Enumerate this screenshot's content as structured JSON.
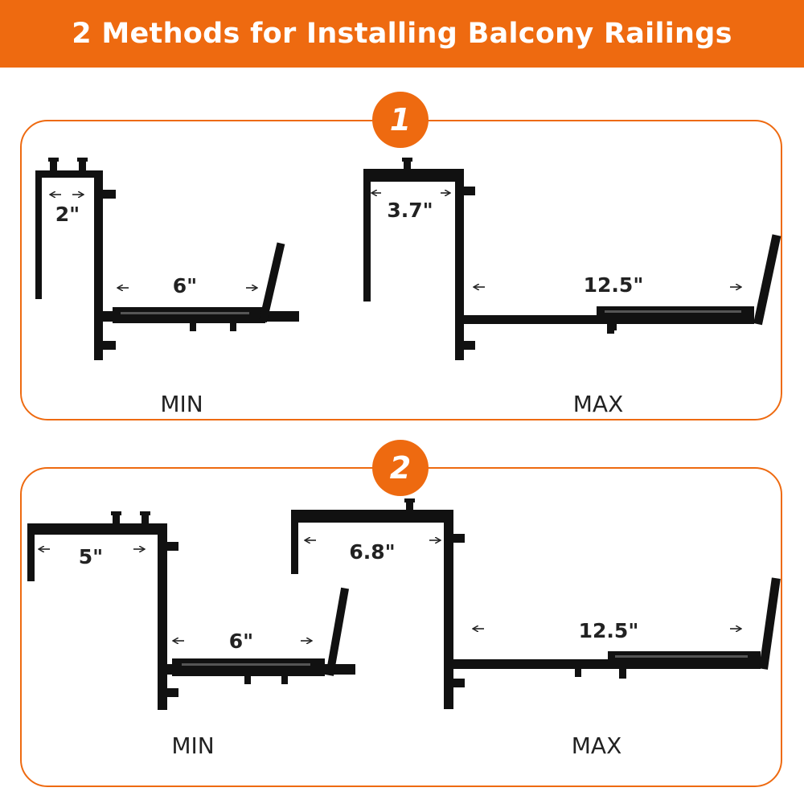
{
  "title": "2 Methods for Installing Balcony Railings",
  "colors": {
    "accent": "#ee6a10",
    "bracket": "#111111",
    "text": "#222222"
  },
  "methods": [
    {
      "number": "1",
      "min": {
        "caption": "MIN",
        "rail_width": "2\"",
        "depth": "6\""
      },
      "max": {
        "caption": "MAX",
        "rail_width": "3.7\"",
        "depth": "12.5\""
      }
    },
    {
      "number": "2",
      "min": {
        "caption": "MIN",
        "rail_width": "5\"",
        "depth": "6\""
      },
      "max": {
        "caption": "MAX",
        "rail_width": "6.8\"",
        "depth": "12.5\""
      }
    }
  ]
}
